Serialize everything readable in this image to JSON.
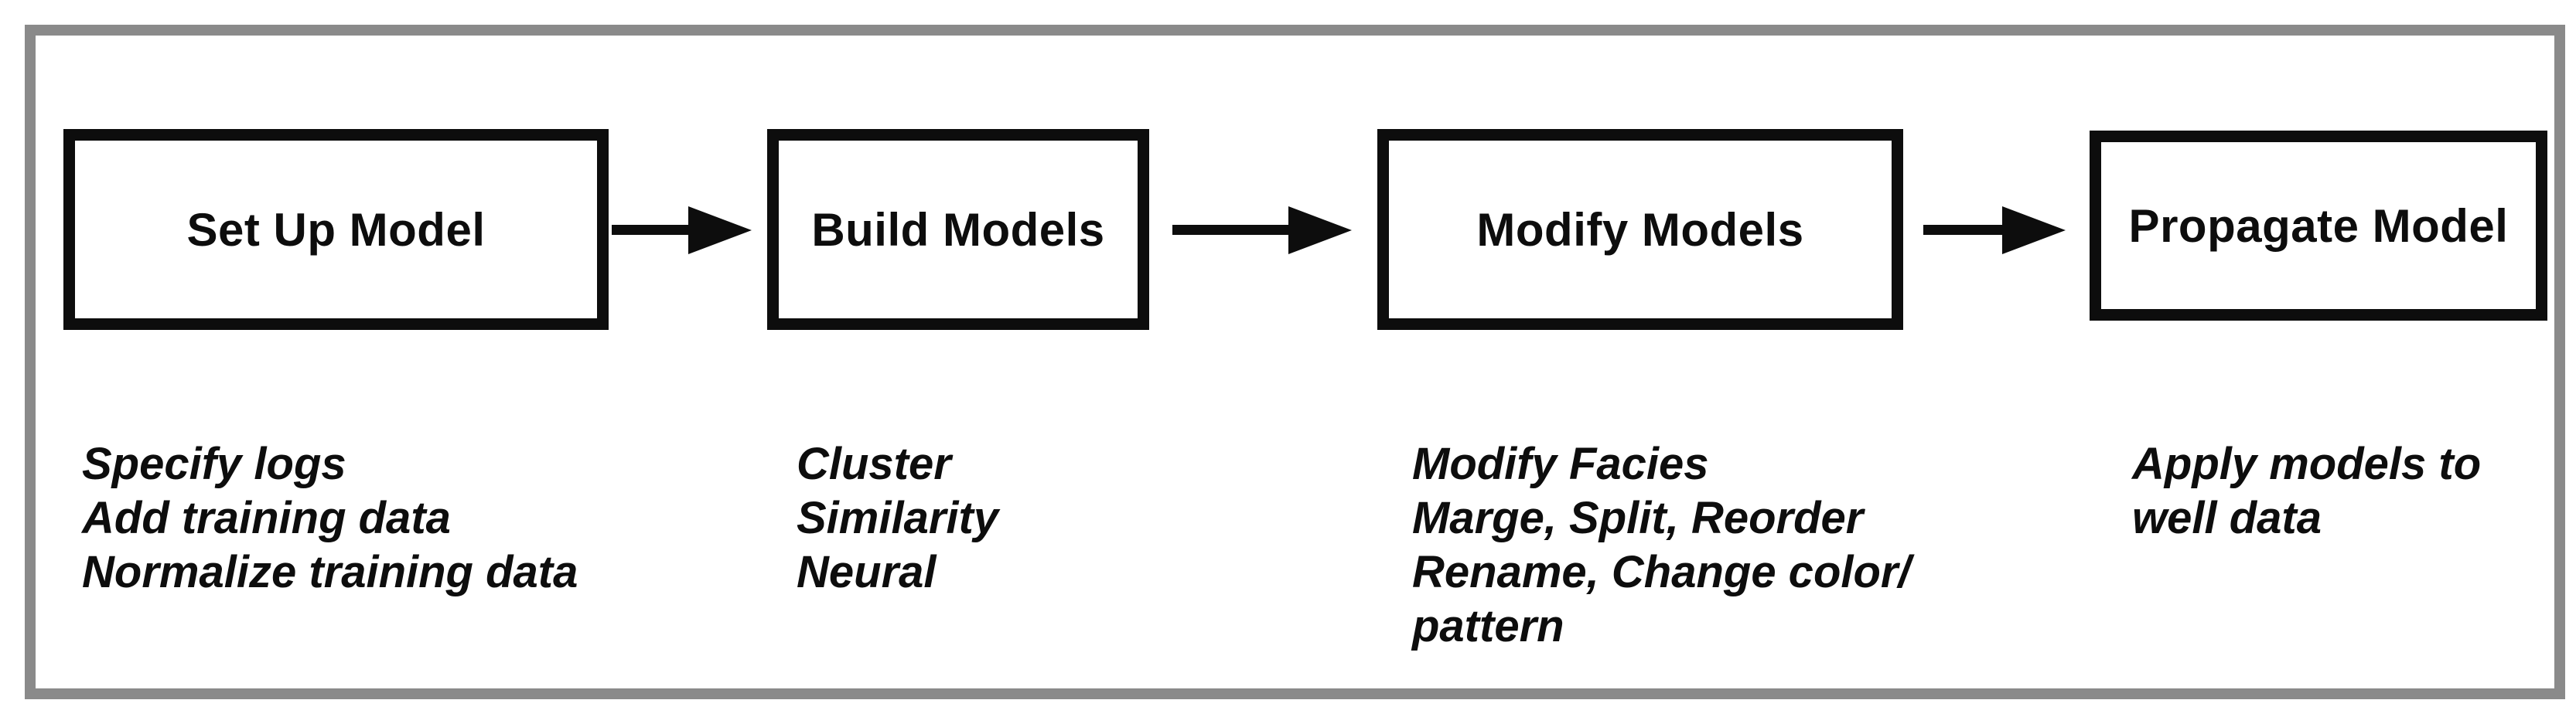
{
  "flowchart": {
    "steps": [
      {
        "title": "Set Up Model",
        "details": [
          "Specify logs",
          "Add training data",
          "Normalize training data"
        ]
      },
      {
        "title": "Build Models",
        "details": [
          "Cluster",
          "Similarity",
          "Neural"
        ]
      },
      {
        "title": "Modify Models",
        "details": [
          "Modify Facies",
          "Marge, Split, Reorder",
          "Rename, Change color/",
          "pattern"
        ]
      },
      {
        "title": "Propagate Model",
        "details": [
          "Apply models to",
          "well data"
        ]
      }
    ],
    "colors": {
      "frame_border": "#8a8a8a",
      "box_border": "#0d0d0d",
      "text": "#0d0d0d",
      "background": "#ffffff"
    }
  }
}
